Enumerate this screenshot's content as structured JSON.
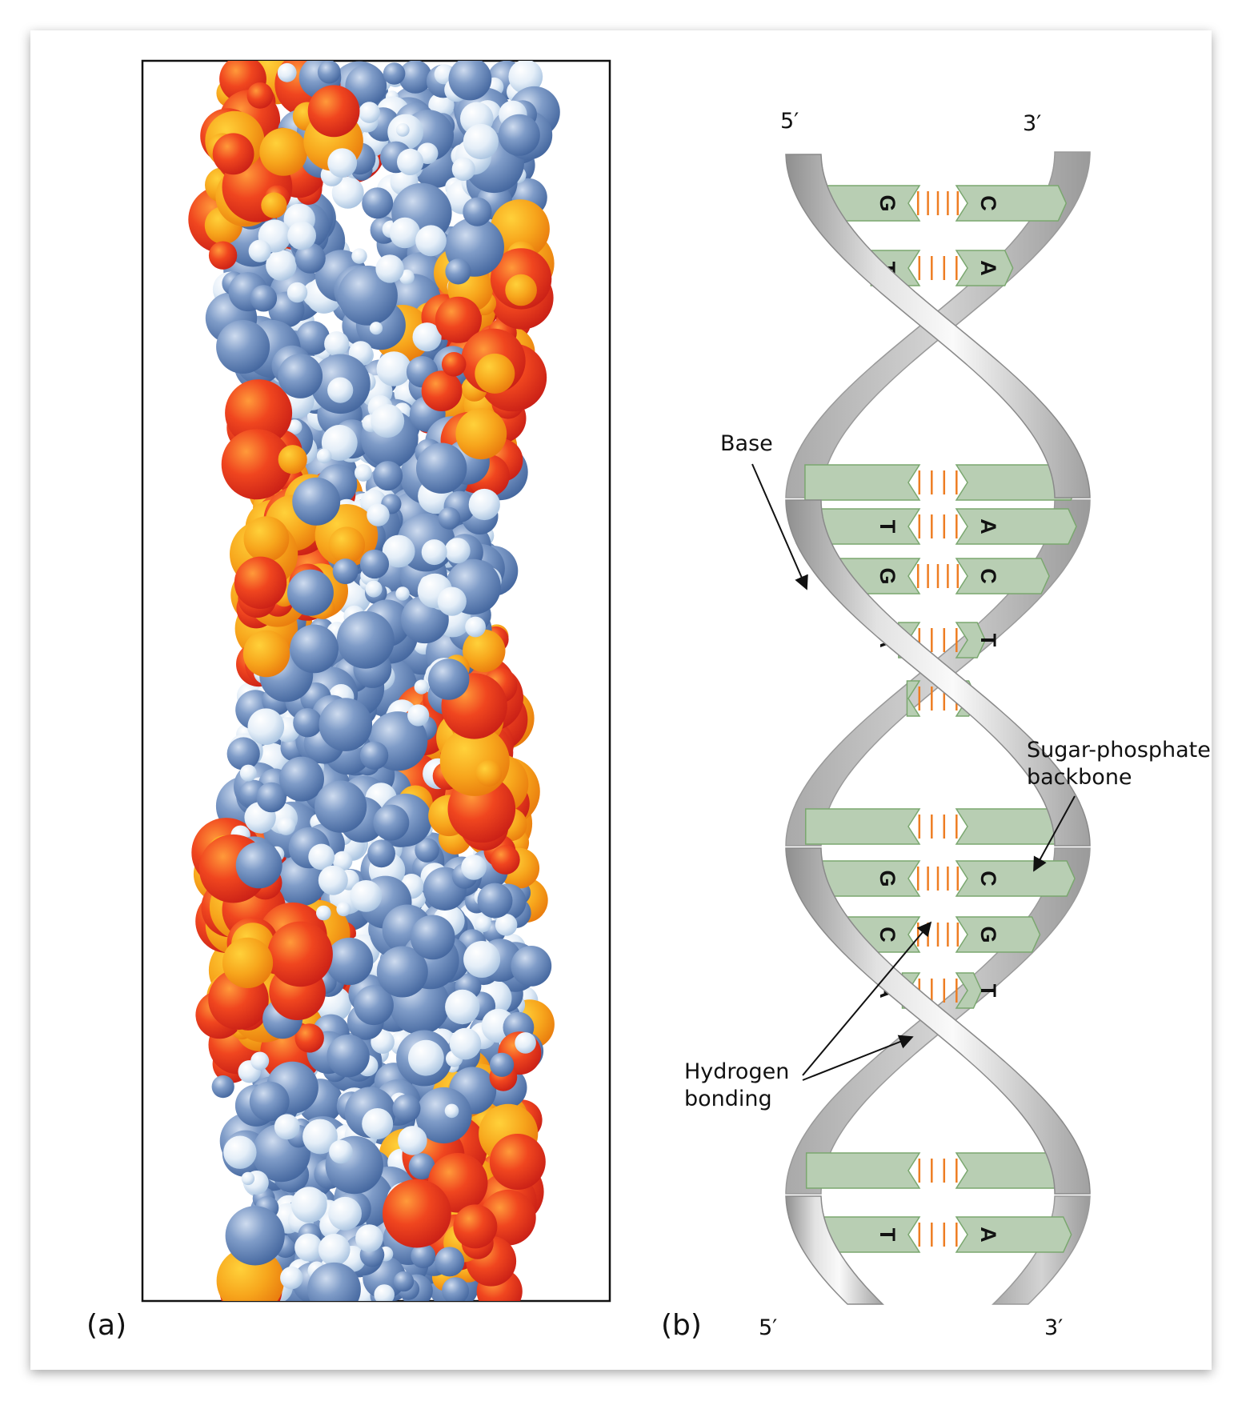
{
  "panels": {
    "a": {
      "label": "(a)"
    },
    "b": {
      "label": "(b)",
      "ends": {
        "top_left": "5′",
        "top_right": "3′",
        "bottom_left": "5′",
        "bottom_right": "3′"
      },
      "labels": {
        "base": "Base",
        "backbone_line1": "Sugar-phosphate",
        "backbone_line2": "backbone",
        "hbond_line1": "Hydrogen",
        "hbond_line2": "bonding"
      },
      "base_pairs": [
        {
          "left": "G",
          "right": "C",
          "bonds": 3
        },
        {
          "left": "T",
          "right": "A",
          "bonds": 2
        },
        {
          "left": "",
          "right": "",
          "bonds": 3
        },
        {
          "left": "",
          "right": "",
          "bonds": 2
        },
        {
          "left": "T",
          "right": "A",
          "bonds": 2
        },
        {
          "left": "G",
          "right": "C",
          "bonds": 3
        },
        {
          "left": "A",
          "right": "T",
          "bonds": 2
        },
        {
          "left": "",
          "right": "",
          "bonds": 2
        },
        {
          "left": "",
          "right": "",
          "bonds": 2
        },
        {
          "left": "G",
          "right": "C",
          "bonds": 3
        },
        {
          "left": "C",
          "right": "G",
          "bonds": 3
        },
        {
          "left": "A",
          "right": "T",
          "bonds": 2
        },
        {
          "left": "",
          "right": "",
          "bonds": 2
        },
        {
          "left": "",
          "right": "",
          "bonds": 2
        },
        {
          "left": "T",
          "right": "A",
          "bonds": 2
        }
      ]
    }
  },
  "colors": {
    "red": "#e63222",
    "orange": "#f6a11c",
    "steel_blue": "#5f82b7",
    "light_blue": "#dbe9f6",
    "base_green": "#b8ceb3",
    "base_stroke": "#7aa76f",
    "bond_orange": "#ee7d22",
    "ribbon_light": "#f2f2f2",
    "ribbon_mid": "#c9c9c9",
    "ribbon_dark": "#8e8e8e"
  }
}
